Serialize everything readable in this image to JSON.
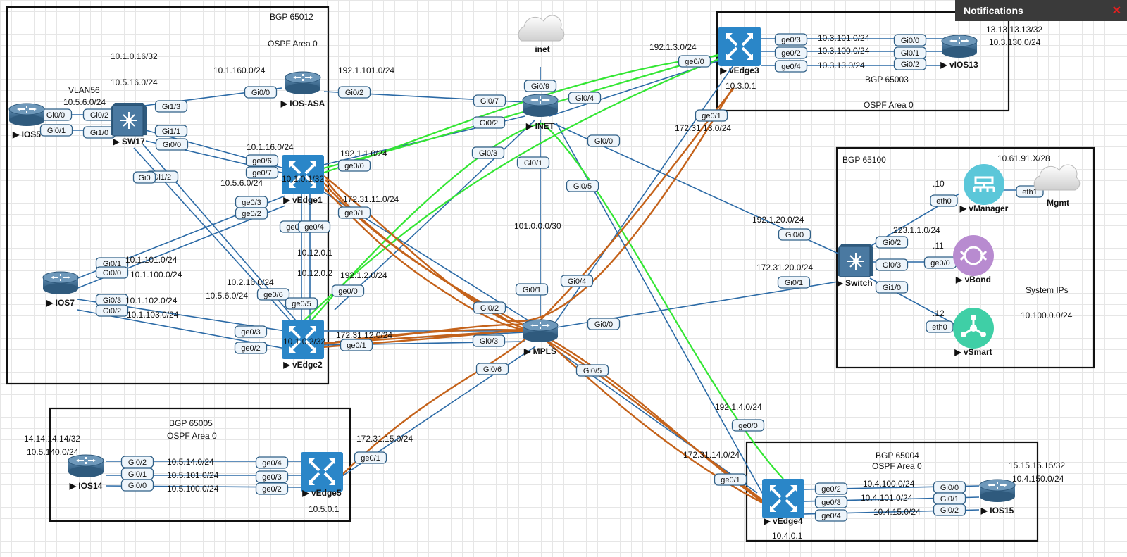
{
  "panel": {
    "title": "Notifications",
    "close_symbol": "✕"
  },
  "colors": {
    "link": "#2b6aa6",
    "control_overlay": "#33e633",
    "data_overlay": "#c4621a",
    "router": "#3d6a8e"
  },
  "boxes": [
    {
      "id": "bgp65012",
      "lines": [
        "BGP 65012",
        "OSPF Area 0"
      ]
    },
    {
      "id": "bgp65003",
      "lines": [
        "BGP 65003",
        "OSPF Area 0"
      ]
    },
    {
      "id": "bgp65100",
      "lines": [
        "BGP 65100"
      ]
    },
    {
      "id": "bgp65005",
      "lines": [
        "BGP 65005",
        "OSPF Area 0"
      ]
    },
    {
      "id": "bgp65004",
      "lines": [
        "BGP 65004",
        "OSPF Area 0"
      ]
    }
  ],
  "nodes": [
    {
      "id": "ios5",
      "label": "IOS5",
      "icon": "router-icon"
    },
    {
      "id": "sw17",
      "label": "SW17",
      "icon": "switch-icon"
    },
    {
      "id": "iosasa",
      "label": "IOS-ASA",
      "icon": "router-icon"
    },
    {
      "id": "vedge1",
      "label": "vEdge1",
      "icon": "vedge-icon"
    },
    {
      "id": "vedge2",
      "label": "vEdge2",
      "icon": "vedge-icon"
    },
    {
      "id": "ios7",
      "label": "IOS7",
      "icon": "router-icon"
    },
    {
      "id": "inetcloud",
      "label": "inet",
      "icon": "cloud-icon"
    },
    {
      "id": "inet",
      "label": "INET",
      "icon": "router-icon"
    },
    {
      "id": "mpls",
      "label": "MPLS",
      "icon": "router-icon"
    },
    {
      "id": "vedge3",
      "label": "vEdge3",
      "icon": "vedge-icon"
    },
    {
      "id": "vios13",
      "label": "vIOS13",
      "icon": "router-icon"
    },
    {
      "id": "switch",
      "label": "Switch",
      "icon": "switch-icon"
    },
    {
      "id": "vmanager",
      "label": "vManager",
      "icon": "vmanager-icon"
    },
    {
      "id": "vbond",
      "label": "vBond",
      "icon": "vbond-icon"
    },
    {
      "id": "vsmart",
      "label": "vSmart",
      "icon": "vsmart-icon"
    },
    {
      "id": "mgmt",
      "label": "Mgmt",
      "icon": "cloud-icon"
    },
    {
      "id": "ios14",
      "label": "IOS14",
      "icon": "router-icon"
    },
    {
      "id": "vedge5",
      "label": "vEdge5",
      "icon": "vedge-icon"
    },
    {
      "id": "vedge4",
      "label": "vEdge4",
      "icon": "vedge-icon"
    },
    {
      "id": "ios15",
      "label": "IOS15",
      "icon": "router-icon"
    }
  ],
  "ports": [
    "Gi0/0",
    "Gi0/2",
    "Gi0/1",
    "Gi1/0",
    "Gi1/3",
    "Gi1/1",
    "Gi0/0",
    "Gi0/0",
    "Gi0/2",
    "Gi1/2",
    "Gi0",
    "ge0/6",
    "ge0/7",
    "ge0/0",
    "ge0/3",
    "ge0/2",
    "ge0/1",
    "ge0/5",
    "ge0/4",
    "Gi0/1",
    "Gi0/0",
    "Gi0/3",
    "Gi0/2",
    "ge0/6",
    "ge0/5",
    "ge0/0",
    "ge0/3",
    "ge0/2",
    "ge0/1",
    "Gi0/9",
    "Gi0/7",
    "Gi0/4",
    "Gi0/2",
    "Gi0/3",
    "Gi0/1",
    "Gi0/0",
    "Gi0/5",
    "Gi0/1",
    "Gi0/4",
    "Gi0/2",
    "Gi0/3",
    "Gi0/0",
    "Gi0/6",
    "Gi0/5",
    "ge0/3",
    "ge0/2",
    "ge0/4",
    "ge0/0",
    "Gi0/0",
    "Gi0/1",
    "Gi0/2",
    "ge0/1",
    "Gi0/0",
    "Gi0/1",
    "Gi0/2",
    "Gi0/3",
    "Gi1/0",
    "eth0",
    "eth1",
    "ge0/0",
    "eth0",
    "Gi0/2",
    "Gi0/1",
    "Gi0/0",
    "ge0/4",
    "ge0/3",
    "ge0/2",
    "ge0/1",
    "ge0/0",
    "ge0/1",
    "ge0/2",
    "ge0/3",
    "ge0/4",
    "Gi0/0",
    "Gi0/1",
    "Gi0/2"
  ],
  "texts": [
    "10.1.0.16/32",
    "10.5.16.0/24",
    "VLAN56",
    "10.5.6.0/24",
    "10.1.160.0/24",
    "192.1.101.0/24",
    "10.1.16.0/24",
    "192.1.1.0/24",
    "10.1.0.1/32",
    "10.5.6.0/24",
    "172.31.11.0/24",
    "10.12.0.1",
    "10.12.0.2",
    "10.1.101.0/24",
    "10.1.100.0/24",
    "10.1.102.0/24",
    "10.1.103.0/24",
    "10.2.16.0/24",
    "10.5.6.0/24",
    "192.1.2.0/24",
    "172.31.12.0/24",
    "10.1.0.2/32",
    "101.0.0.0/30",
    "192.1.3.0/24",
    "10.3.101.0/24",
    "10.3.100.0/24",
    "10.3.13.0/24",
    "10.3.0.1",
    "13.13.13.13/32",
    "10.3.130.0/24",
    "172.31.13.0/24",
    "192.1.20.0/24",
    "172.31.20.0/24",
    "10.61.91.X/28",
    ".10",
    ".11",
    ".12",
    "223.1.1.0/24",
    "System IPs",
    "10.100.0.0/24",
    "14.14.14.14/32",
    "10.5.140.0/24",
    "10.5.14.0/24",
    "10.5.101.0/24",
    "10.5.100.0/24",
    "172.31.15.0/24",
    "10.5.0.1",
    "192.1.4.0/24",
    "172.31.14.0/24",
    "10.4.100.0/24",
    "10.4.101.0/24",
    "10.4.15.0/24",
    "15.15.15.15/32",
    "10.4.150.0/24",
    "10.4.0.1"
  ]
}
